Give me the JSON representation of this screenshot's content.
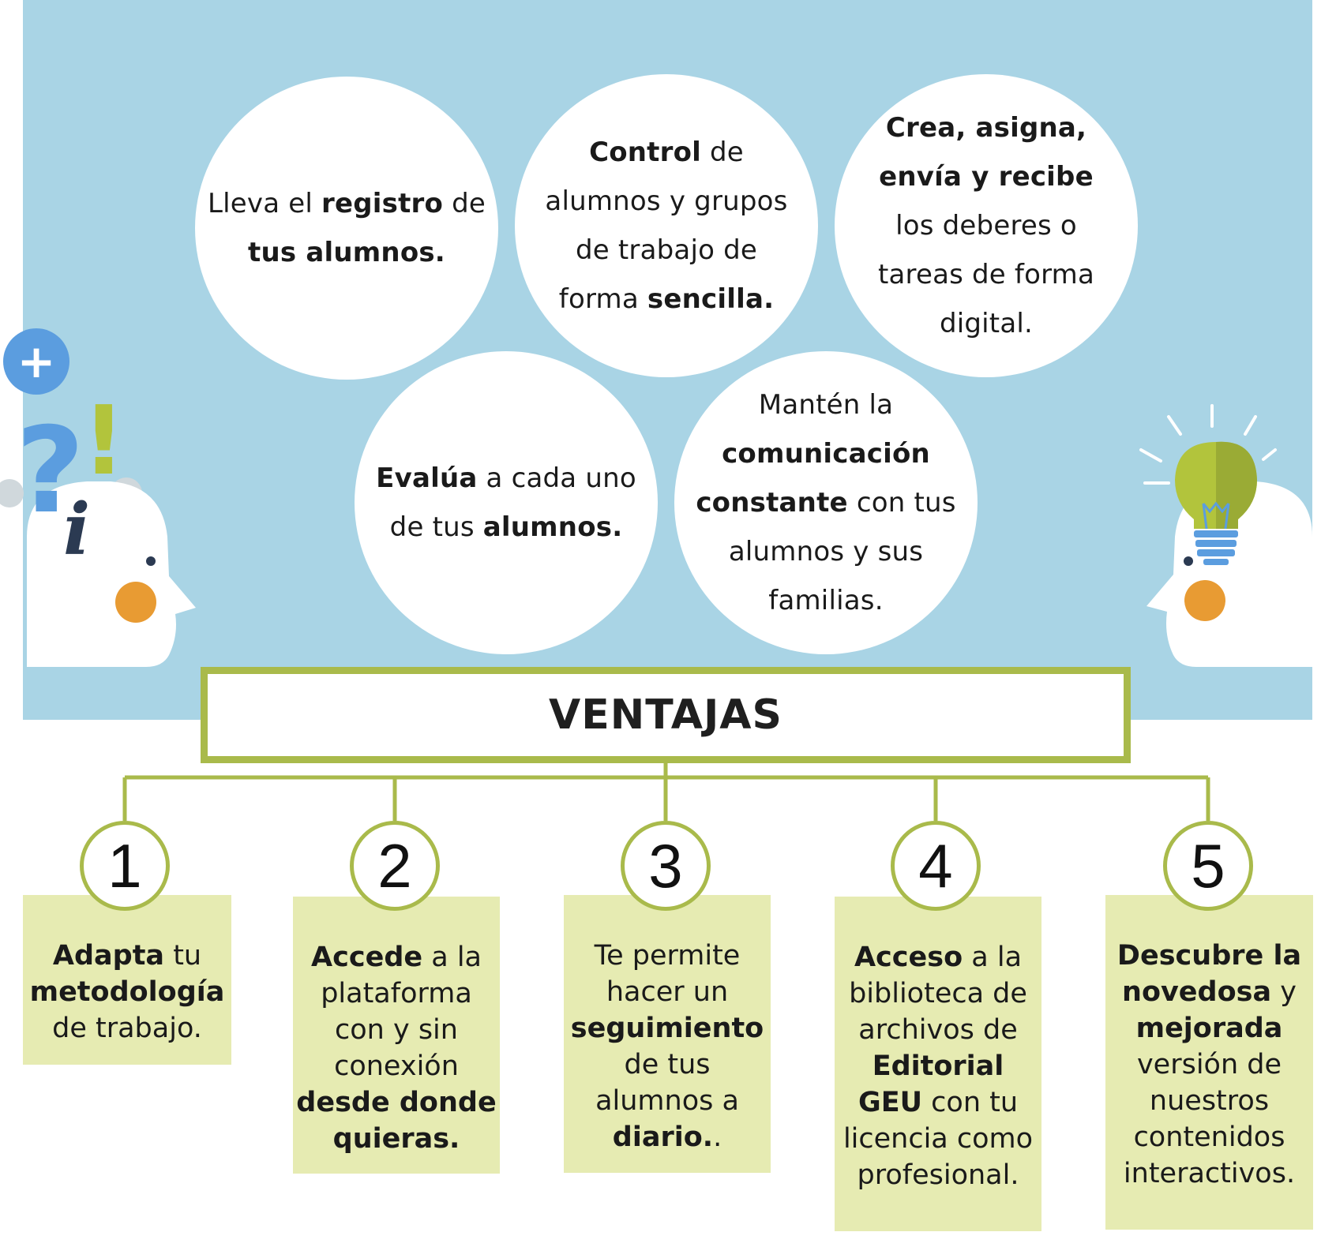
{
  "colors": {
    "sky": "#a9d4e5",
    "green": "#a9ba4b",
    "card": "#e6ebb2",
    "orange": "#e89b33",
    "blue": "#5b9ddf",
    "lime": "#b2c43c"
  },
  "features": [
    {
      "parts": [
        "Lleva el ",
        "registro",
        " de ",
        "tus alumnos."
      ]
    },
    {
      "parts": [
        "Control",
        " de alumnos y grupos de trabajo de forma ",
        "sencilla."
      ]
    },
    {
      "parts": [
        "Crea, asigna, envía y recibe",
        " los deberes o tareas de forma digital."
      ]
    },
    {
      "parts": [
        "Evalúa",
        " a cada uno de tus ",
        "alumnos."
      ]
    },
    {
      "parts": [
        "Mantén la ",
        "comunicación constante",
        " con tus alumnos y sus familias."
      ]
    }
  ],
  "left_head": {
    "plus": "+",
    "question": "?",
    "exclamation": "!",
    "info": "i"
  },
  "title": "VENTAJAS",
  "advantages": [
    {
      "number": "1",
      "parts": [
        "Adapta",
        " tu ",
        "metodología",
        " de trabajo."
      ]
    },
    {
      "number": "2",
      "parts": [
        "Accede",
        " a la plataforma con y sin conexión ",
        "desde donde quieras."
      ]
    },
    {
      "number": "3",
      "parts": [
        "Te permite hacer un ",
        "seguimiento",
        " de tus alumnos a ",
        "diario.",
        "."
      ]
    },
    {
      "number": "4",
      "parts": [
        "Acceso",
        " a la biblioteca de archivos de ",
        "Editorial GEU",
        " con tu licencia como profesional."
      ]
    },
    {
      "number": "5",
      "parts": [
        "Descubre la novedosa",
        " y ",
        "mejorada",
        " versión de nuestros contenidos interactivos."
      ]
    }
  ]
}
